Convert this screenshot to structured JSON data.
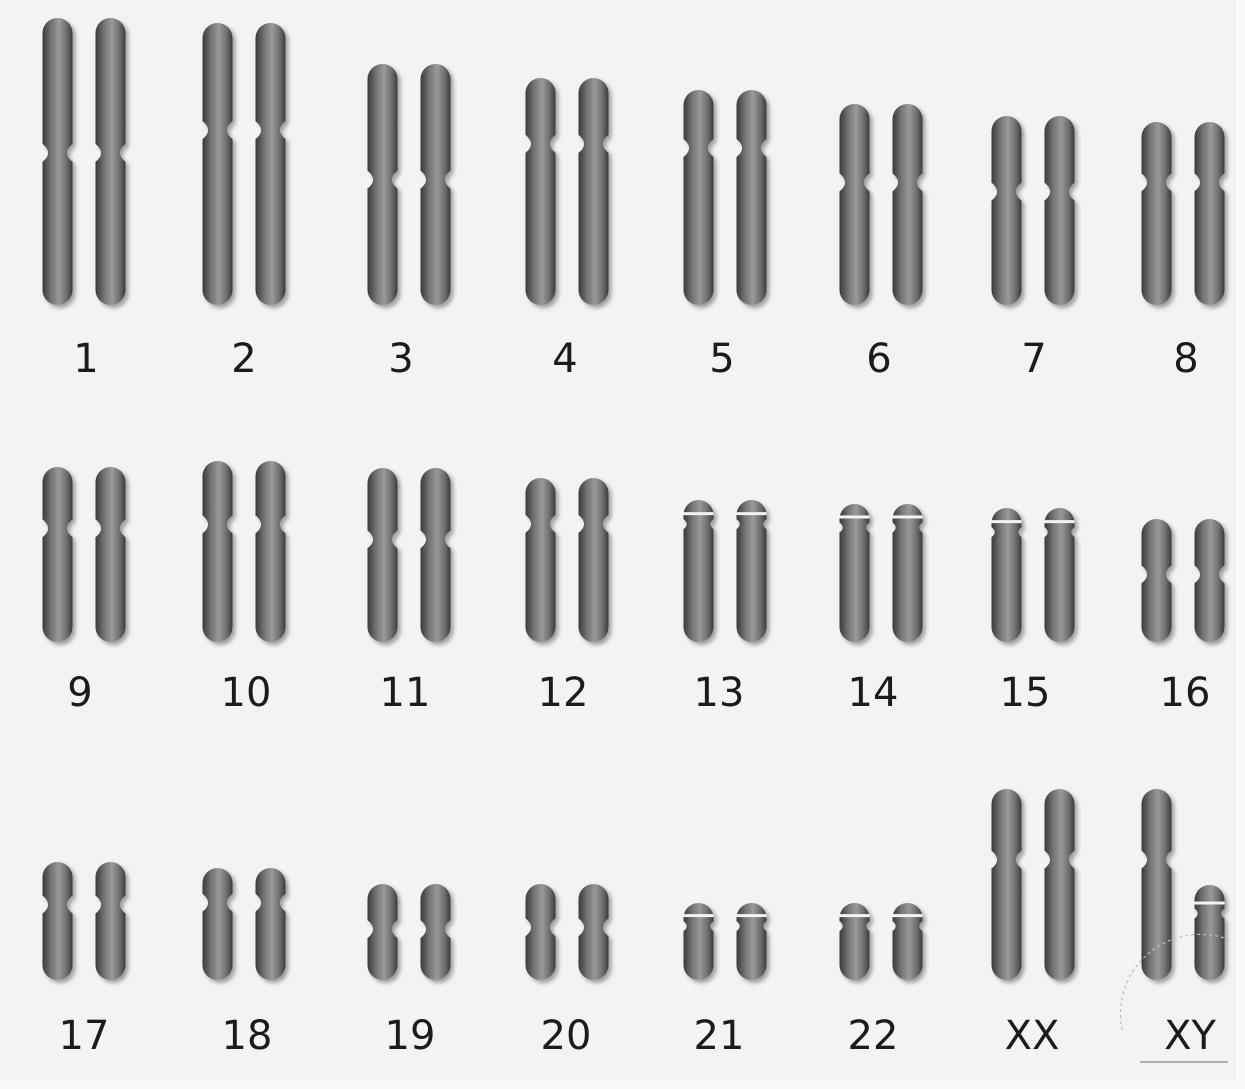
{
  "karyotype": {
    "pairs": [
      {
        "label": "1",
        "chromosomes": [
          {
            "p": 0.47
          },
          {
            "p": 0.47
          }
        ]
      },
      {
        "label": "2",
        "chromosomes": [
          {
            "p": 0.38
          },
          {
            "p": 0.38
          }
        ]
      },
      {
        "label": "3",
        "chromosomes": [
          {
            "p": 0.48
          },
          {
            "p": 0.48
          }
        ]
      },
      {
        "label": "4",
        "chromosomes": [
          {
            "p": 0.29
          },
          {
            "p": 0.29
          }
        ]
      },
      {
        "label": "5",
        "chromosomes": [
          {
            "p": 0.27
          },
          {
            "p": 0.27
          }
        ]
      },
      {
        "label": "6",
        "chromosomes": [
          {
            "p": 0.39
          },
          {
            "p": 0.39
          }
        ]
      },
      {
        "label": "7",
        "chromosomes": [
          {
            "p": 0.4
          },
          {
            "p": 0.4
          }
        ]
      },
      {
        "label": "8",
        "chromosomes": [
          {
            "p": 0.33
          },
          {
            "p": 0.33
          }
        ]
      },
      {
        "label": "9",
        "chromosomes": [
          {
            "p": 0.35
          },
          {
            "p": 0.35
          }
        ]
      },
      {
        "label": "10",
        "chromosomes": [
          {
            "p": 0.35
          },
          {
            "p": 0.35
          }
        ]
      },
      {
        "label": "11",
        "chromosomes": [
          {
            "p": 0.41
          },
          {
            "p": 0.41
          }
        ]
      },
      {
        "label": "12",
        "chromosomes": [
          {
            "p": 0.28
          },
          {
            "p": 0.28
          }
        ]
      },
      {
        "label": "13",
        "chromosomes": [
          {
            "p": 0.17,
            "acrocentric": true
          },
          {
            "p": 0.17,
            "acrocentric": true
          }
        ]
      },
      {
        "label": "14",
        "chromosomes": [
          {
            "p": 0.17,
            "acrocentric": true
          },
          {
            "p": 0.17,
            "acrocentric": true
          }
        ]
      },
      {
        "label": "15",
        "chromosomes": [
          {
            "p": 0.18,
            "acrocentric": true
          },
          {
            "p": 0.18,
            "acrocentric": true
          }
        ]
      },
      {
        "label": "16",
        "chromosomes": [
          {
            "p": 0.45
          },
          {
            "p": 0.45
          }
        ]
      },
      {
        "label": "17",
        "chromosomes": [
          {
            "p": 0.36
          },
          {
            "p": 0.36
          }
        ]
      },
      {
        "label": "18",
        "chromosomes": [
          {
            "p": 0.31
          },
          {
            "p": 0.31
          }
        ]
      },
      {
        "label": "19",
        "chromosomes": [
          {
            "p": 0.47
          },
          {
            "p": 0.47
          }
        ]
      },
      {
        "label": "20",
        "chromosomes": [
          {
            "p": 0.45
          },
          {
            "p": 0.45
          }
        ]
      },
      {
        "label": "21",
        "chromosomes": [
          {
            "p": 0.3,
            "acrocentric": true
          },
          {
            "p": 0.3,
            "acrocentric": true
          }
        ]
      },
      {
        "label": "22",
        "chromosomes": [
          {
            "p": 0.3,
            "acrocentric": true
          },
          {
            "p": 0.3,
            "acrocentric": true
          }
        ]
      },
      {
        "label": "XX",
        "chromosomes": [
          {
            "p": 0.37
          },
          {
            "p": 0.37
          }
        ]
      },
      {
        "label": "XY",
        "chromosomes": [
          {
            "p": 0.37
          },
          {
            "p": 0.3,
            "acrocentric": true
          }
        ]
      }
    ]
  },
  "colors": {
    "background": "#f3f3f3",
    "chromosome_edge": "#3a3a3a",
    "chromosome_mid": "#8e8e8e",
    "label": "#1b1b1b"
  }
}
